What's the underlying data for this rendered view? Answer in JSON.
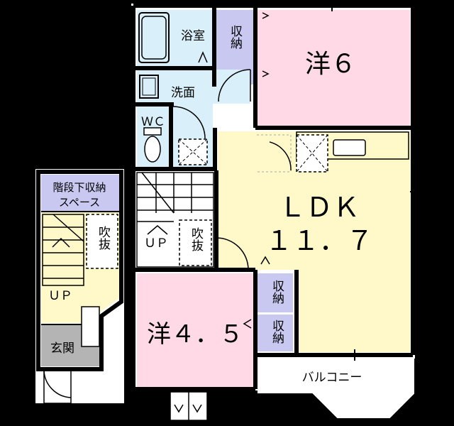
{
  "rooms": {
    "western6": "洋６",
    "western45": "洋４．５",
    "ldk_name": "ＬＤＫ",
    "ldk_size": "１１．７",
    "bath": "浴室",
    "washroom": "洗面",
    "wc": "ＷＣ",
    "entrance": "玄関",
    "balcony": "バルコニー",
    "under_stair_line1": "階段下収納",
    "under_stair_line2": "スペース"
  },
  "labels": {
    "storage": "収納",
    "void": "吹抜",
    "up": "ＵＰ"
  },
  "colors": {
    "western": "#ffd9e6",
    "ldk": "#fff8c8",
    "water": "#d9f0fa",
    "storage": "#c8c8f0",
    "entrance": "#b4b4b4",
    "wall": "#000000",
    "floor": "#ffffff"
  }
}
